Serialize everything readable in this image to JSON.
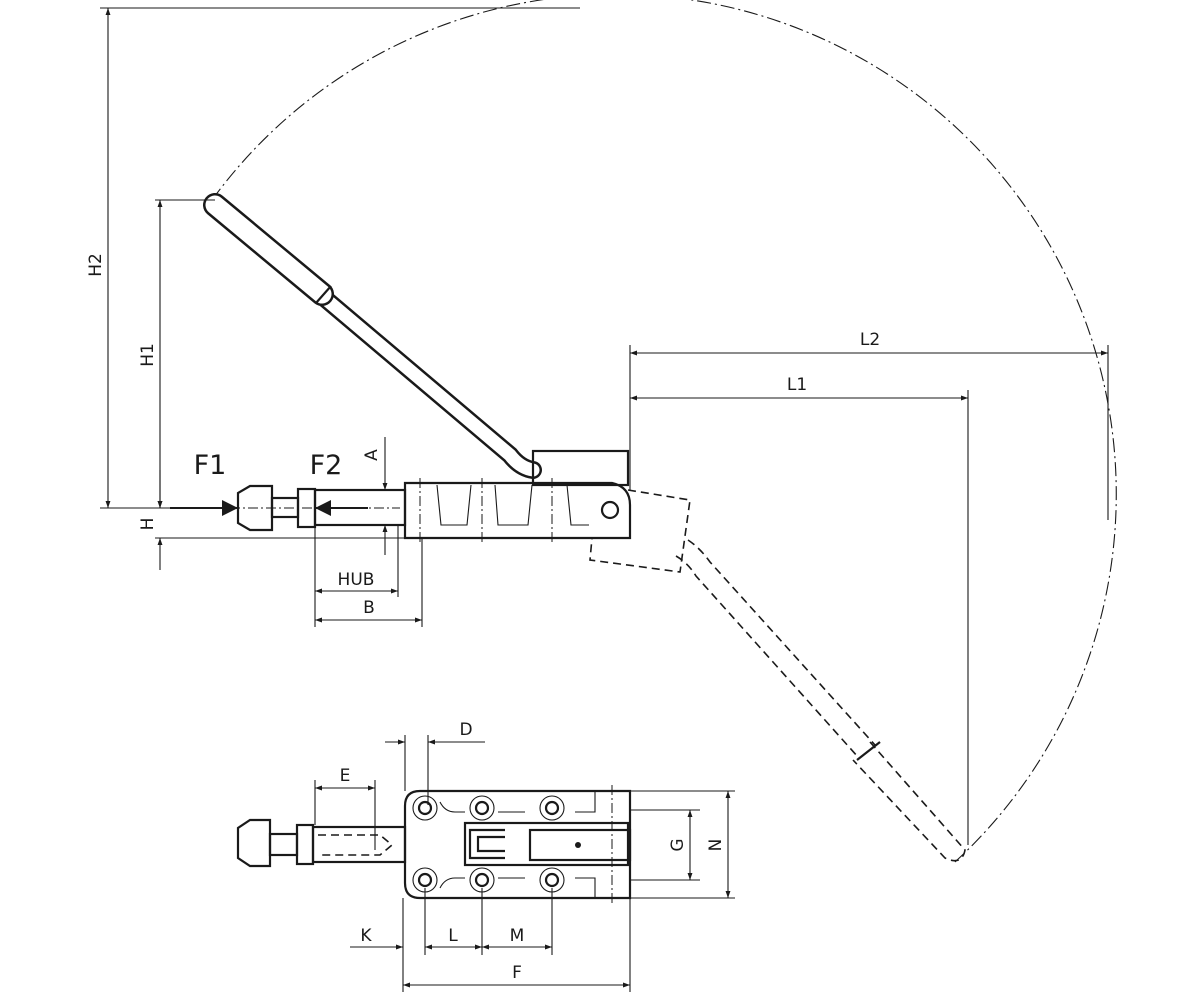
{
  "labels": {
    "H2": "H2",
    "H1": "H1",
    "H": "H",
    "L2": "L2",
    "L1": "L1",
    "F1": "F1",
    "F2": "F2",
    "A": "A",
    "HUB": "HUB",
    "B": "B",
    "D": "D",
    "E": "E",
    "G": "G",
    "N": "N",
    "K": "K",
    "L": "L",
    "M": "M",
    "F": "F"
  },
  "colors": {
    "line": "#1a1a1a",
    "background": "#ffffff"
  }
}
